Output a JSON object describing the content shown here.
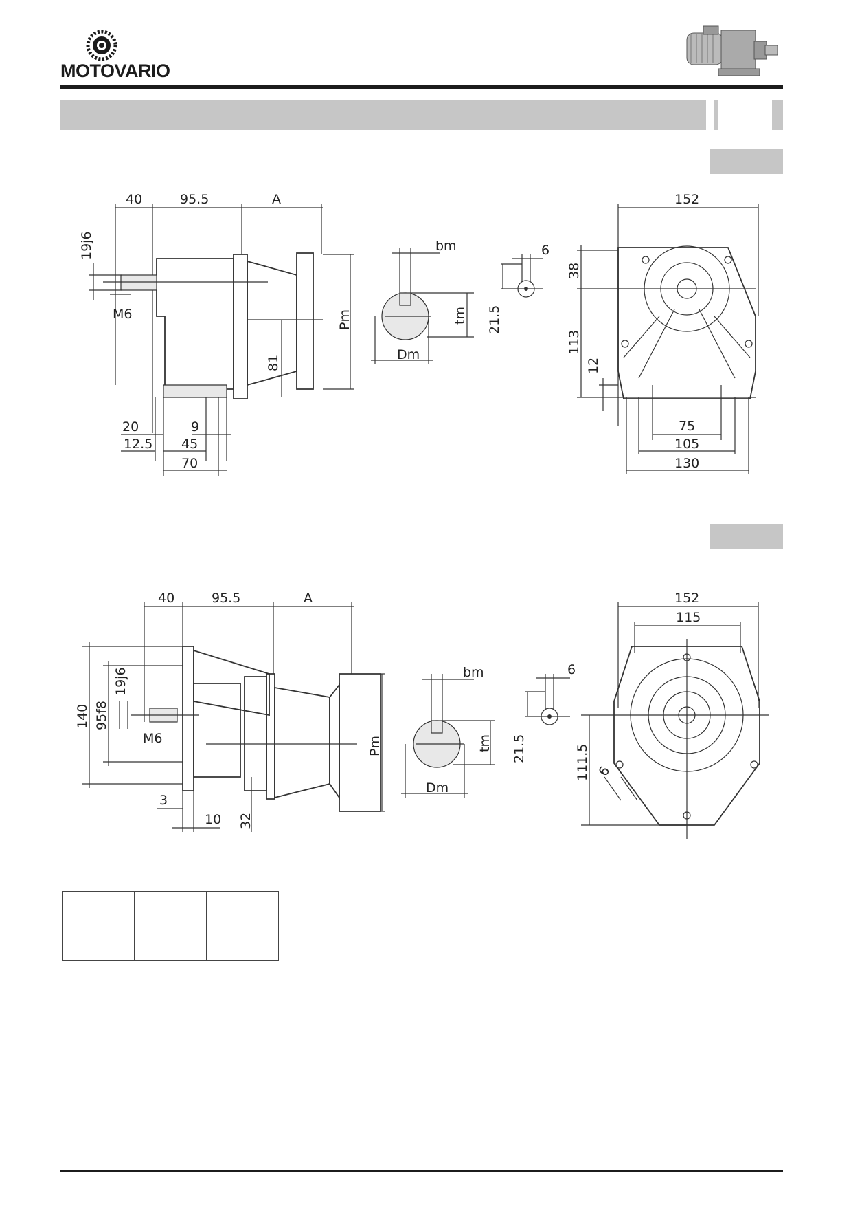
{
  "header": {
    "brand": "MOTOVARIO"
  },
  "drawing_top": {
    "side": {
      "dim_40": "40",
      "dim_95_5": "95.5",
      "dim_A": "A",
      "shaft_dia": "19j6",
      "thread": "M6",
      "dim_81": "81",
      "pilot": "Pm",
      "dim_20": "20",
      "dim_9": "9",
      "dim_12_5": "12.5",
      "dim_45": "45",
      "dim_70": "70"
    },
    "keyway": {
      "bm": "bm",
      "tm": "tm",
      "dm": "Dm"
    },
    "shaft_end": {
      "dim_6": "6",
      "dim_21_5": "21.5"
    },
    "front": {
      "dim_152": "152",
      "dim_38": "38",
      "dim_113": "113",
      "dim_12": "12",
      "dim_75": "75",
      "dim_105": "105",
      "dim_130": "130"
    }
  },
  "drawing_bottom": {
    "side": {
      "dim_40": "40",
      "dim_95_5": "95.5",
      "dim_A": "A",
      "dim_140": "140",
      "spigot": "95f8",
      "shaft_dia": "19j6",
      "thread": "M6",
      "pilot": "Pm",
      "dim_3": "3",
      "dim_10": "10",
      "dim_32": "32"
    },
    "keyway": {
      "bm": "bm",
      "tm": "tm",
      "dm": "Dm"
    },
    "shaft_end": {
      "dim_6": "6",
      "dim_21_5": "21.5"
    },
    "front": {
      "dim_152": "152",
      "dim_115": "115",
      "dim_111_5": "111.5",
      "dim_6": "6"
    }
  }
}
